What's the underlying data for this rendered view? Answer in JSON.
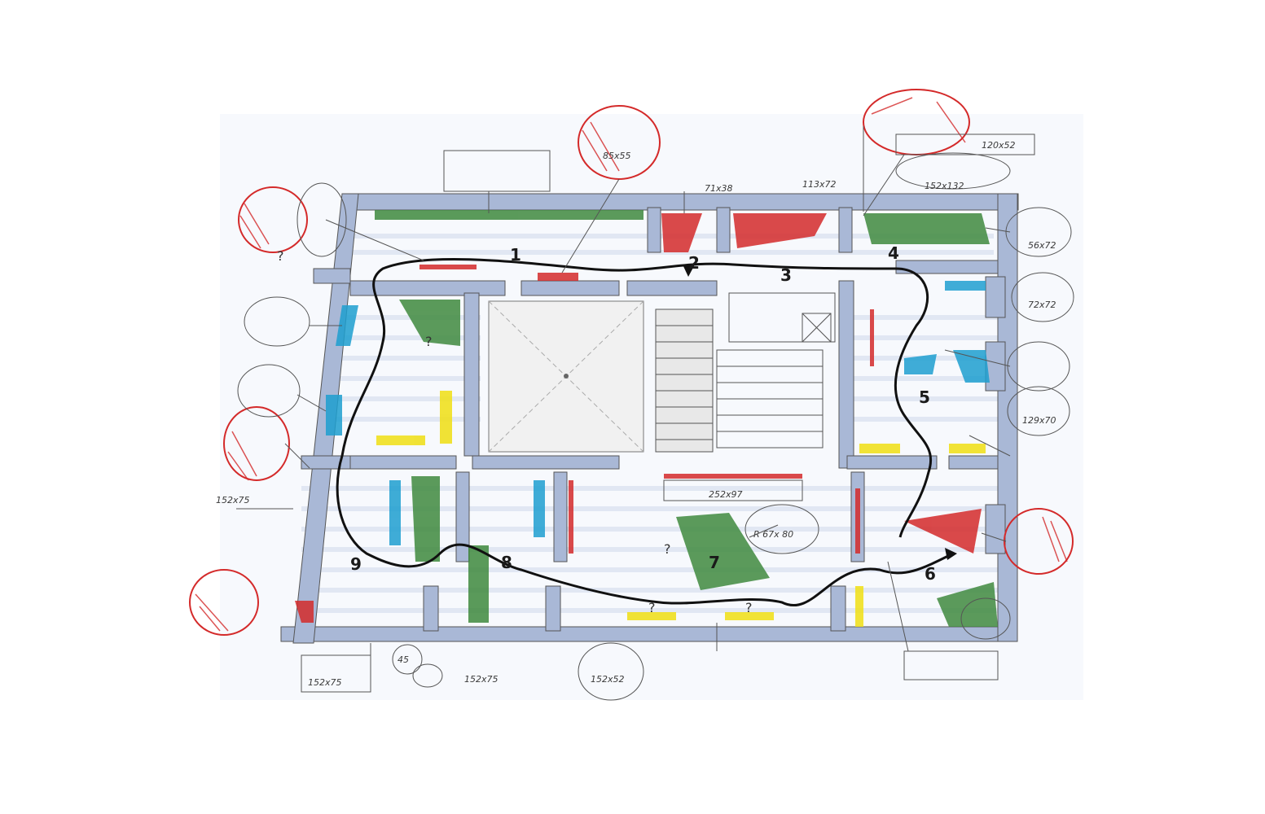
{
  "colors": {
    "wall": "#a9b8d6",
    "wall_light": "#dfe6f3",
    "red": "#d42a2a",
    "green": "#3f8a3e",
    "blue": "#1e9fd0",
    "yellow": "#f0e020",
    "pencil": "#4a4a4a",
    "path": "#111111"
  },
  "rooms": [
    "1",
    "2",
    "3",
    "4",
    "5",
    "6",
    "7",
    "8",
    "9"
  ],
  "annotations": {
    "top_right_dims": "120x52",
    "top_right_dims_2": "152x132",
    "top_mid_dims": "85x55",
    "top_mid2_dims": "71x38",
    "top_mid3_dims": "113x72",
    "right_dims_1": "56x72",
    "right_dims_2": "72x72",
    "right_dims_3": "129x70",
    "left_dims_1": "152x75",
    "bottom_left_dims": "152x75",
    "bottom_dims_1": "45",
    "bottom_dims_2": "152x52",
    "bottom_dims_3": "152x75",
    "center_dims": "252x97",
    "center_label": "R 67x 80"
  },
  "question_marks": [
    "?",
    "?",
    "?",
    "?",
    "?"
  ]
}
